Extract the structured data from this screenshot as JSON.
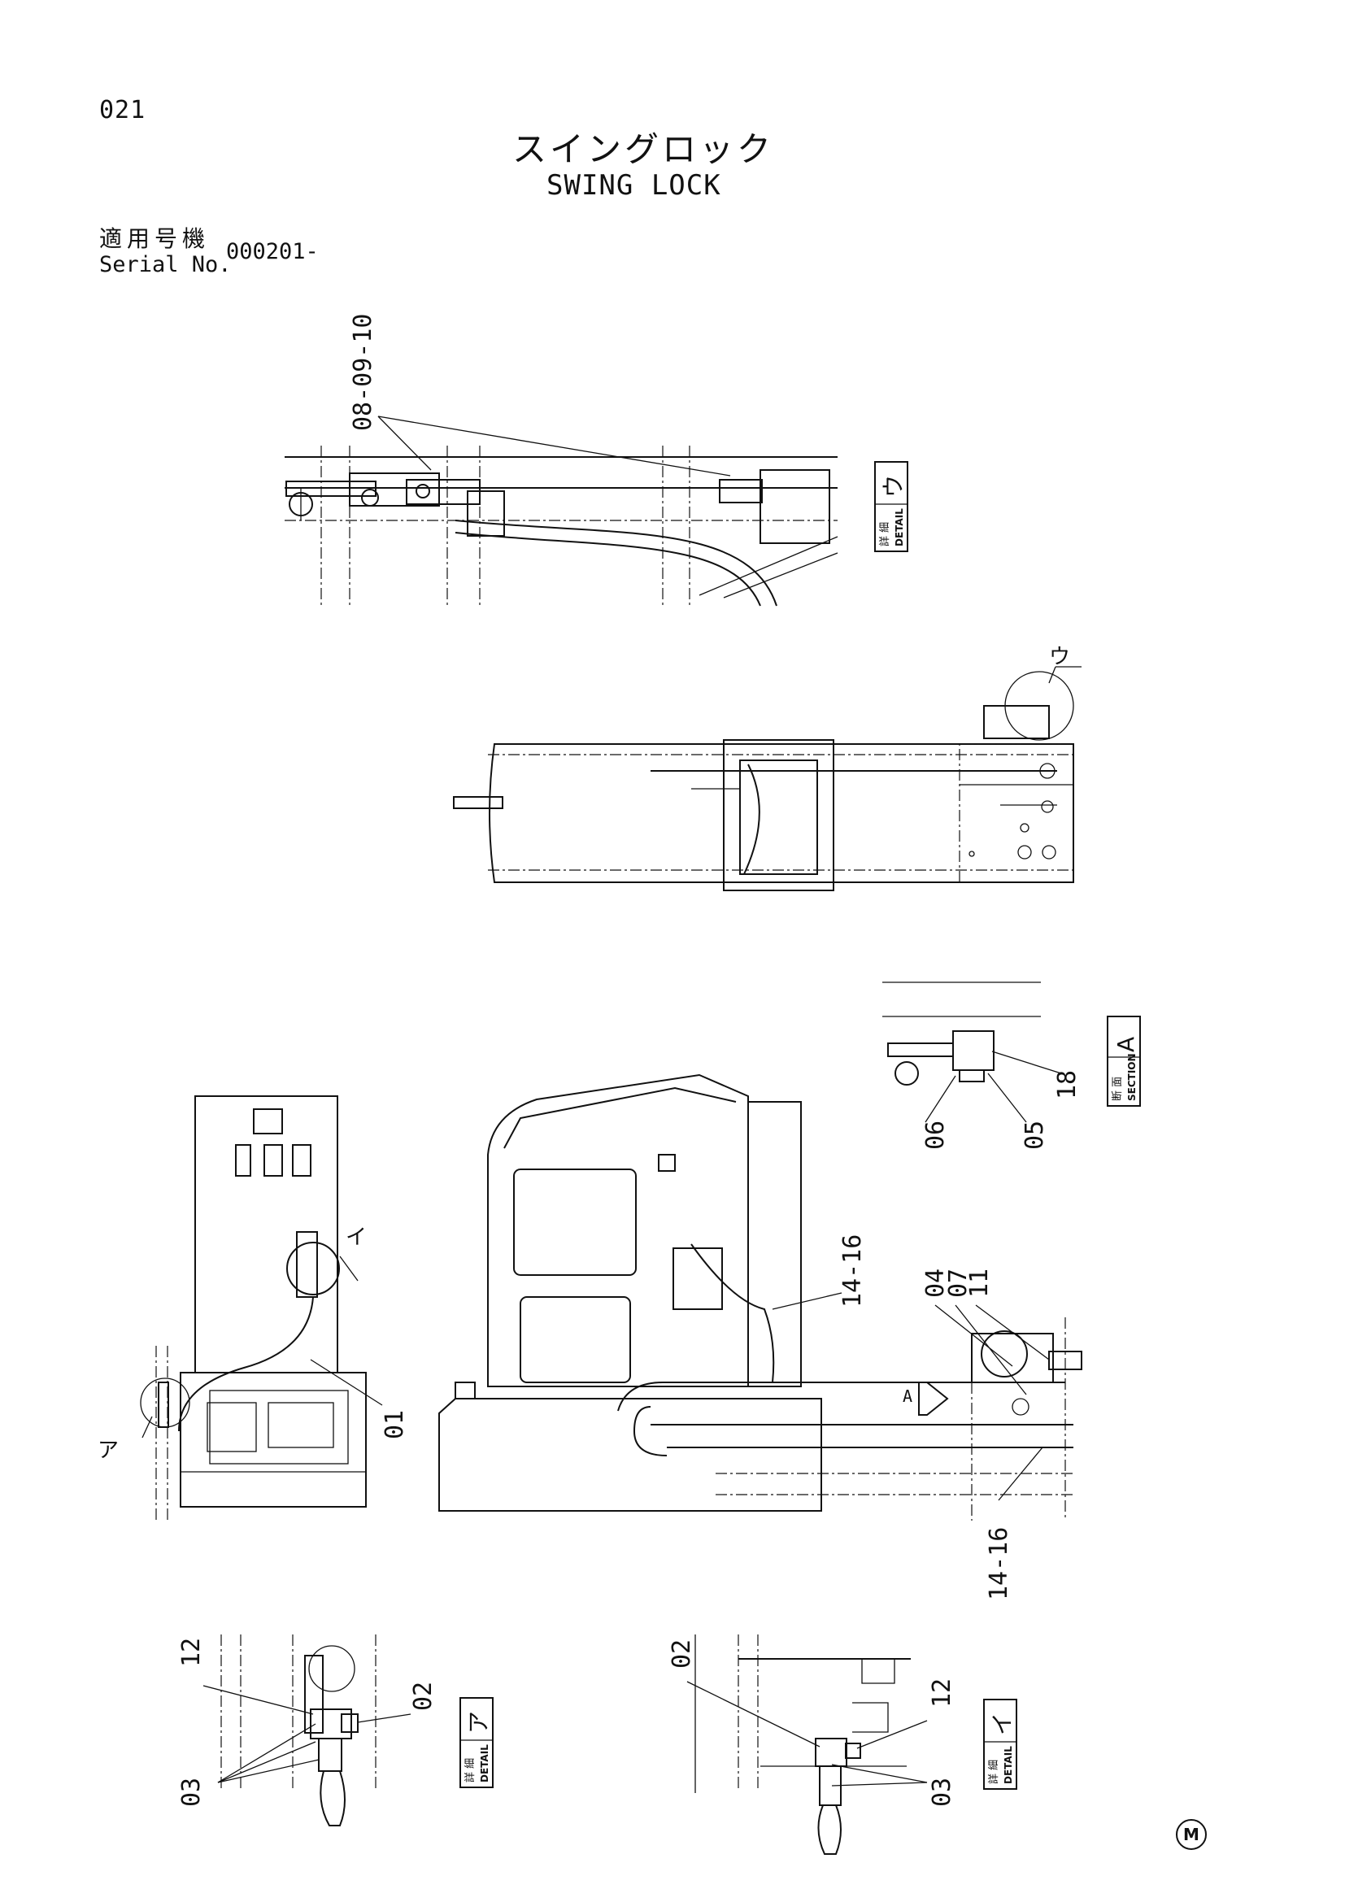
{
  "header": {
    "page_number": "021",
    "title_jp": "スイングロック",
    "title_en": "SWING LOCK",
    "serial_label_jp": "適用号機",
    "serial_label_en": "Serial No.",
    "serial_value": "000201-"
  },
  "callouts": {
    "top_detail_parts": "08-09-10",
    "detail_label_jp": "詳 細",
    "detail_label_en": "DETAIL",
    "section_label_jp": "断 面",
    "section_label_en": "SECTION",
    "detail_u": "ウ",
    "detail_a": "ア",
    "detail_i": "イ",
    "section_a": "A",
    "part_06": "06",
    "part_05": "05",
    "part_18": "18",
    "part_14_16": "14-16",
    "part_04": "04",
    "part_07": "07",
    "part_11": "11",
    "part_01": "01",
    "part_12": "12",
    "part_02": "02",
    "part_03": "03"
  },
  "footer": {
    "mark": "M"
  }
}
